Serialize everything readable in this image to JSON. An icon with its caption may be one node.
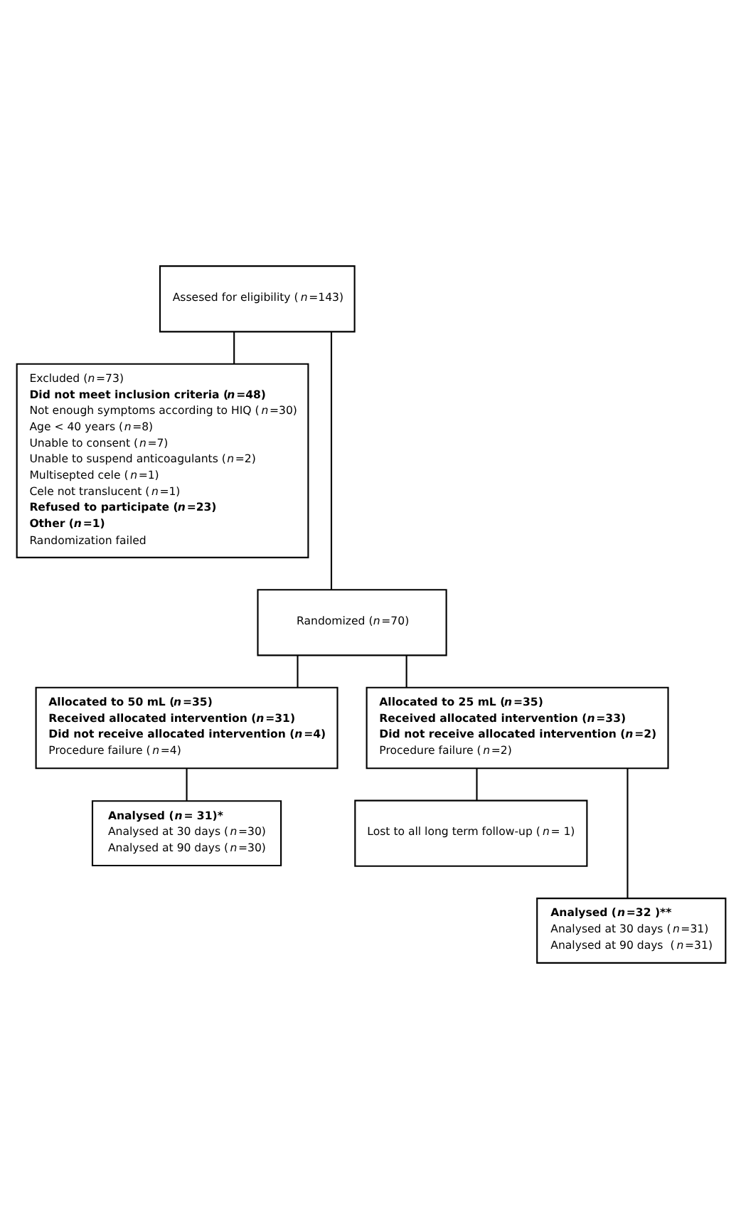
{
  "diagram": {
    "nodes": [
      {
        "text": [
          "Assesed for eligibility (*n*=143)"
        ]
      },
      {
        "text": [
          "Excluded (*n*=73)",
          "Did not meet inclusion criteria (*n*=48)",
          "Not enough symptoms according to HIQ (*n*=30)",
          "Age < 40 years (*n*=8)",
          "Unable to consent (*n*=7)",
          "Unable to suspend anticoagulants (*n*=2)",
          "Multisepted cele (*n*=1)",
          "Cele not translucent (*n*=1)",
          "Refused to participate (*n*=23)",
          "Other (*n*=1)",
          "Randomization failed"
        ]
      },
      {
        "text": [
          "Randomized (*n*=70)"
        ]
      },
      {
        "text": [
          "Allocated to 50 mL (*n*=35)",
          "Received allocated intervention (*n*=31)",
          "Did not receive allocated intervention (*n*=4)",
          "Procedure failure (*n*=4)"
        ]
      },
      {
        "text": [
          "Allocated to 25 mL (*n*=35)",
          "Received allocated intervention (*n*=33)",
          "Did not receive allocated intervention (*n*=2)",
          "Procedure failure (*n*=2)"
        ]
      },
      {
        "text": [
          "Analysed (*n*= 31)*",
          "Analysed at 30 days (*n*=30)",
          "Analysed at 90 days (*n*=30)"
        ]
      },
      {
        "text": [
          "Lost to all long term follow-up (*n*= 1)"
        ]
      },
      {
        "text": [
          "Analysed (*n*=32 )**",
          "Analysed at 30 days (*n*=31)",
          "Analysed at 90 days  (*n*=31)"
        ]
      }
    ],
    "edges": [
      {
        "from": 0,
        "to": 1,
        "arrow": "none"
      },
      {
        "from": 0,
        "to": 2,
        "arrow": "none"
      },
      {
        "from": 2,
        "to": 3,
        "arrow": "none"
      },
      {
        "from": 2,
        "to": 4,
        "arrow": "none"
      },
      {
        "from": 3,
        "to": 5,
        "arrow": "none"
      },
      {
        "from": 4,
        "to": 6,
        "arrow": "none"
      },
      {
        "from": 4,
        "to": 7,
        "arrow": "none"
      }
    ]
  }
}
